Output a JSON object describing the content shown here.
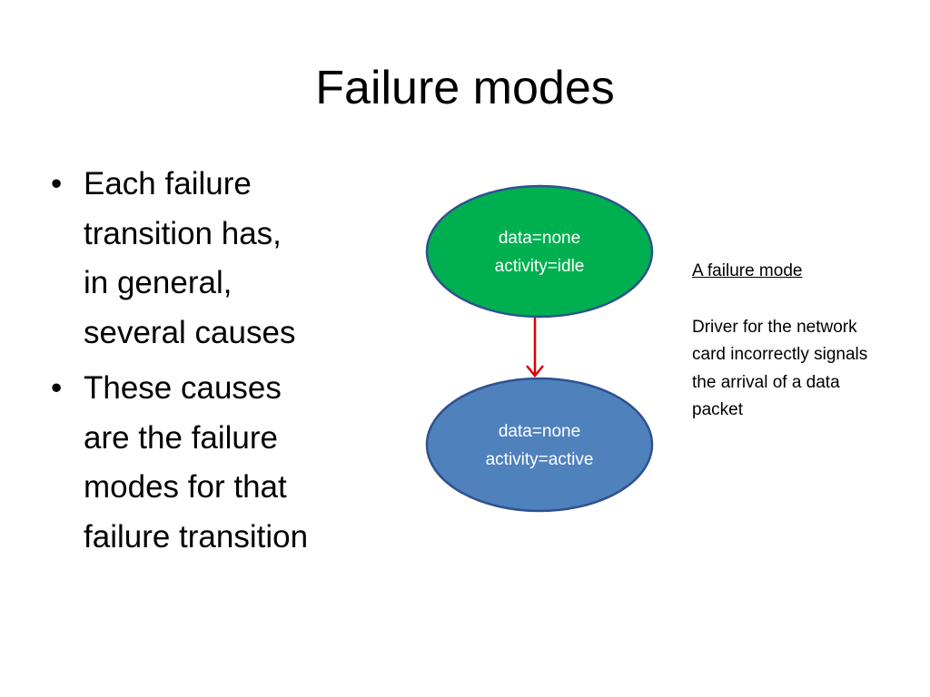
{
  "slide": {
    "title": "Failure modes",
    "bullets": [
      {
        "lines": [
          "Each failure",
          "transition has,",
          "in general,",
          "several causes"
        ]
      },
      {
        "lines": [
          "These causes",
          "are the failure",
          "modes for that",
          "failure transition"
        ]
      }
    ]
  },
  "diagram": {
    "nodes": [
      {
        "id": "idle",
        "lines": [
          "data=none",
          "activity=idle"
        ],
        "fill": "#00B050",
        "stroke": "#2F528F"
      },
      {
        "id": "active",
        "lines": [
          "data=none",
          "activity=active"
        ],
        "fill": "#4F81BD",
        "stroke": "#2F528F"
      }
    ],
    "edges": [
      {
        "from": "idle",
        "to": "active",
        "color": "#E00000"
      }
    ]
  },
  "note": {
    "heading": "A failure mode",
    "lines": [
      "Driver for the network",
      "card incorrectly signals",
      "the arrival of a data",
      "packet"
    ]
  }
}
